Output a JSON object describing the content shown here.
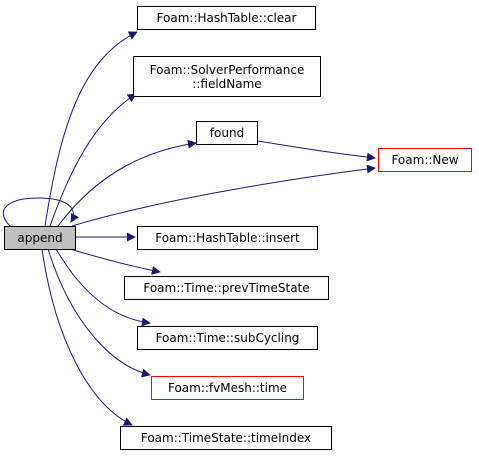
{
  "graph": {
    "edge_color": "#191970",
    "root_fill": "#bfbfbf",
    "external_border": "#ff0000",
    "nodes": {
      "append": {
        "label": "append"
      },
      "clear": {
        "label": "Foam::HashTable::clear"
      },
      "fieldname": {
        "line1": "Foam::SolverPerformance",
        "line2": "::fieldName"
      },
      "found": {
        "label": "found"
      },
      "new": {
        "label": "Foam::New"
      },
      "insert": {
        "label": "Foam::HashTable::insert"
      },
      "prevtimestate": {
        "label": "Foam::Time::prevTimeState"
      },
      "subcycling": {
        "label": "Foam::Time::subCycling"
      },
      "time": {
        "label": "Foam::fvMesh::time"
      },
      "timeindex": {
        "label": "Foam::TimeState::timeIndex"
      }
    }
  }
}
